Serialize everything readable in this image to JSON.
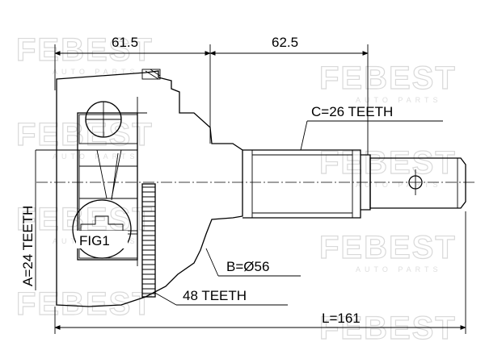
{
  "watermark": {
    "brand": "FEBEST",
    "tagline": "AUTO PARTS"
  },
  "dimensions": {
    "length_inner": "61.5",
    "length_shaft": "62.5",
    "length_total": "L=161"
  },
  "callouts": {
    "spline_outer": "C=26 TEETH",
    "spline_inner": "A=24 TEETH",
    "diameter": "B=Ø56",
    "abs_ring": "48 TEETH",
    "figure": "FIG1"
  },
  "colors": {
    "line": "#000000",
    "watermark": "#d9d9d9",
    "background": "#ffffff"
  }
}
